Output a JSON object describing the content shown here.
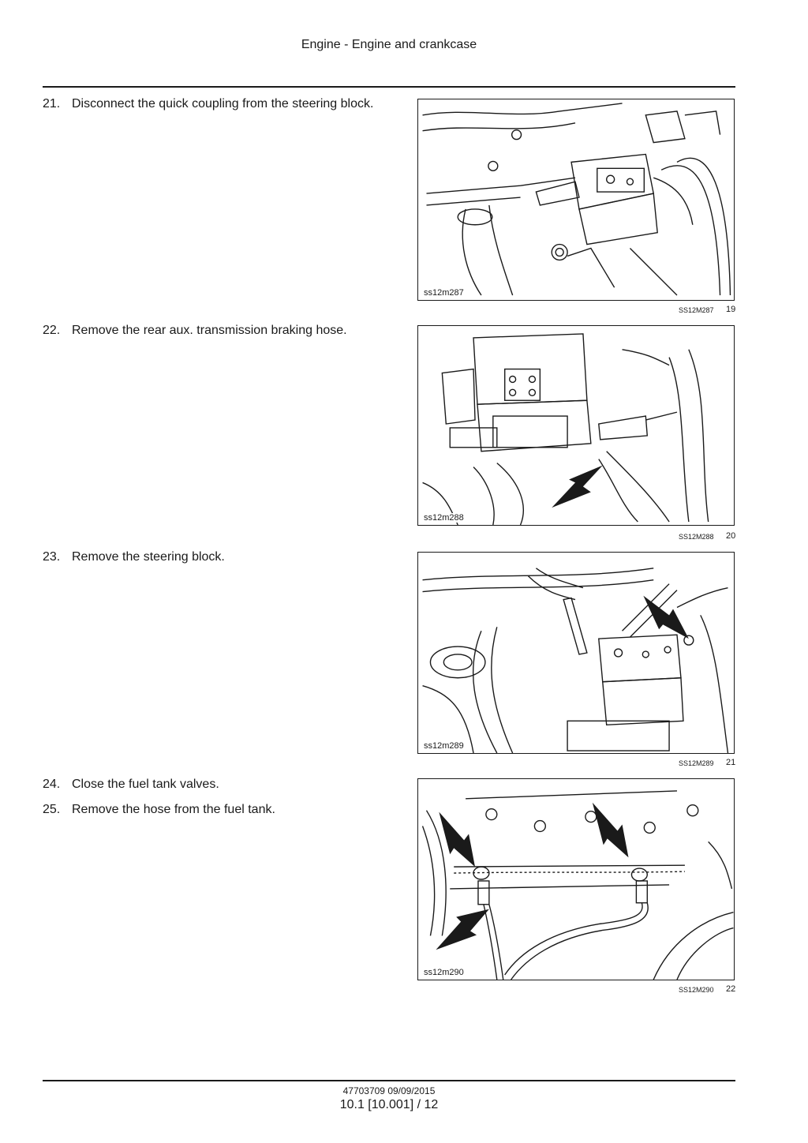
{
  "header": {
    "title": "Engine - Engine and crankcase"
  },
  "steps": [
    {
      "number": "21.",
      "text": "Disconnect the quick coupling from the steering block."
    },
    {
      "number": "22.",
      "text": "Remove the rear aux. transmission braking hose."
    },
    {
      "number": "23.",
      "text": "Remove the steering block."
    },
    {
      "number": "24.",
      "text": "Close the fuel tank valves."
    },
    {
      "number": "25.",
      "text": "Remove the hose from the fuel tank."
    }
  ],
  "figures": [
    {
      "label": "ss12m287",
      "ref": "SS12M287",
      "number": "19"
    },
    {
      "label": "ss12m288",
      "ref": "SS12M288",
      "number": "20"
    },
    {
      "label": "ss12m289",
      "ref": "SS12M289",
      "number": "21"
    },
    {
      "label": "ss12m290",
      "ref": "SS12M290",
      "number": "22"
    }
  ],
  "footer": {
    "doc": "47703709 09/09/2015",
    "page": "10.1 [10.001] / 12"
  }
}
